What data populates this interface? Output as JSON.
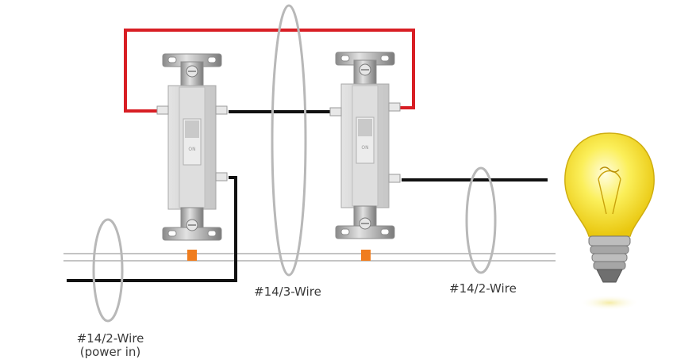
{
  "labels": {
    "power_in_line1": "#14/2-Wire",
    "power_in_line2": "(power in)",
    "three_wire": "#14/3-Wire",
    "two_wire_out": "#14/2-Wire"
  },
  "switches": [
    {
      "toggle_text": "ON"
    },
    {
      "toggle_text": "ON"
    }
  ],
  "colors": {
    "traveler_red": "#d81e24",
    "hot_black": "#111111",
    "cable_outline": "#b8b8b8",
    "switch_body": "#d9d9d9",
    "ground_tab": "#f07d1e",
    "bulb_glass": "#f5e63a"
  }
}
